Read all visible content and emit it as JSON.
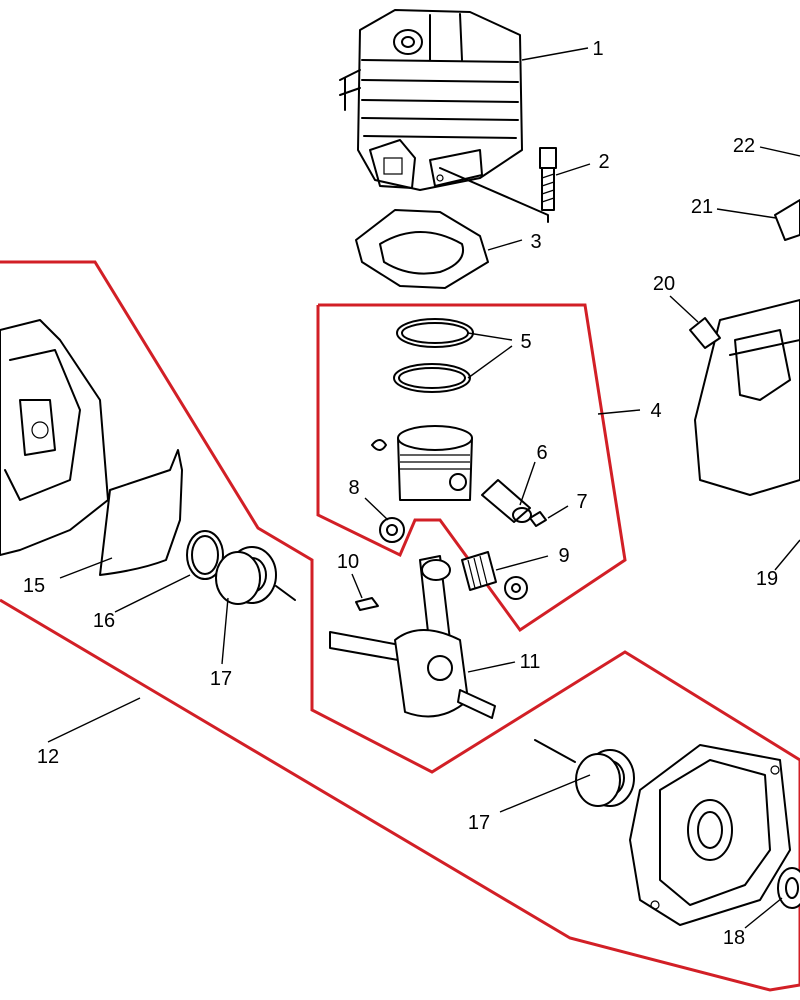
{
  "callouts": {
    "c1": "1",
    "c2": "2",
    "c3": "3",
    "c4": "4",
    "c5": "5",
    "c6": "6",
    "c7": "7",
    "c8": "8",
    "c9": "9",
    "c10": "10",
    "c11": "11",
    "c12": "12",
    "c15": "15",
    "c16": "16",
    "c17a": "17",
    "c17b": "17",
    "c18": "18",
    "c19": "19",
    "c20": "20",
    "c21": "21",
    "c22": "22"
  },
  "colors": {
    "group_outline": "#d21f26",
    "line_art": "#000000",
    "background": "#ffffff"
  }
}
